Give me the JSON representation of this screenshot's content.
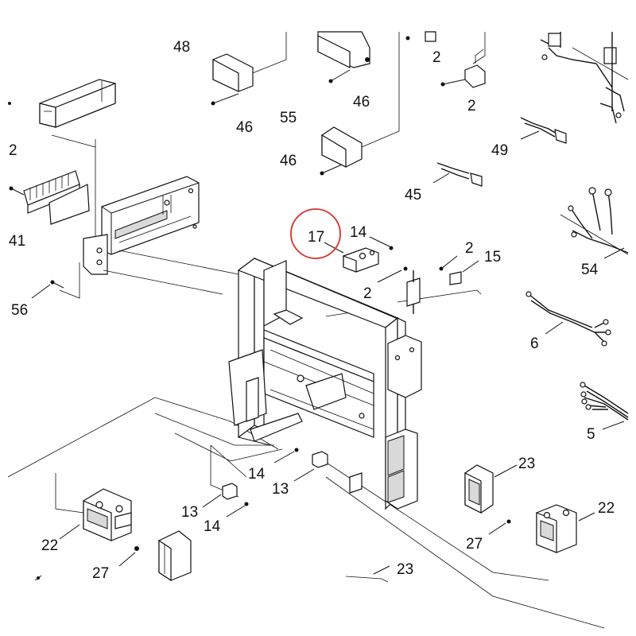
{
  "highlight": {
    "label": "17",
    "color": "#d9302c"
  },
  "callouts": {
    "c48": "48",
    "c46a": "46",
    "c46b": "46",
    "c46c": "46",
    "c55": "55",
    "c2a": "2",
    "c2b": "2",
    "c2c": "2",
    "c2d": "2",
    "c2e": "2",
    "c49": "49",
    "c45": "45",
    "c41": "41",
    "c56": "56",
    "c14a": "14",
    "c14b": "14",
    "c14c": "14",
    "c15": "15",
    "c54": "54",
    "c6": "6",
    "c5": "5",
    "c13a": "13",
    "c13b": "13",
    "c23a": "23",
    "c23b": "23",
    "c22a": "22",
    "c22b": "22",
    "c27a": "27",
    "c27b": "27"
  }
}
